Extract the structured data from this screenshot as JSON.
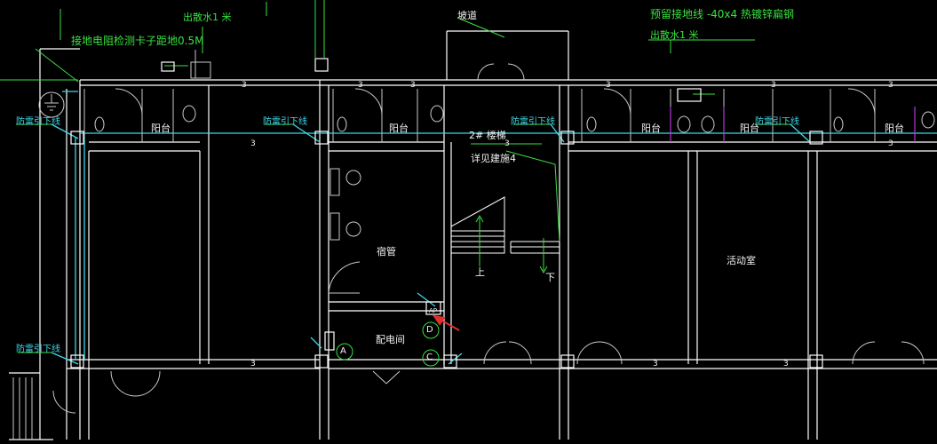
{
  "drawing": {
    "top_green_note": "出散水1 米",
    "ground_test_note": "接地电阻检测卡子距地0.5M",
    "ramp": "坡道",
    "ground_line_note": "预留接地线 -40x4 热镀锌扁钢",
    "apron_right": "出散水1 米",
    "lightning_downlead": "防雷引下线",
    "balcony": "阳台",
    "stair_title": "2# 楼梯",
    "stair_ref": "详见建施4",
    "dorm_manager": "宿管",
    "power_room": "配电间",
    "activity_room": "活动室",
    "up": "上",
    "down": "下",
    "axis_marks": "3",
    "circle_a": "A",
    "circle_c": "C",
    "circle_d": "D",
    "box_tag": "AP"
  },
  "colors": {
    "background": "#000000",
    "wall": "#ffffff",
    "secondary": "#c9c9c9",
    "annotation": "#39e13f",
    "conductor": "#3fd8e8",
    "pointer": "#e0302c",
    "accent": "#b23ad6"
  }
}
